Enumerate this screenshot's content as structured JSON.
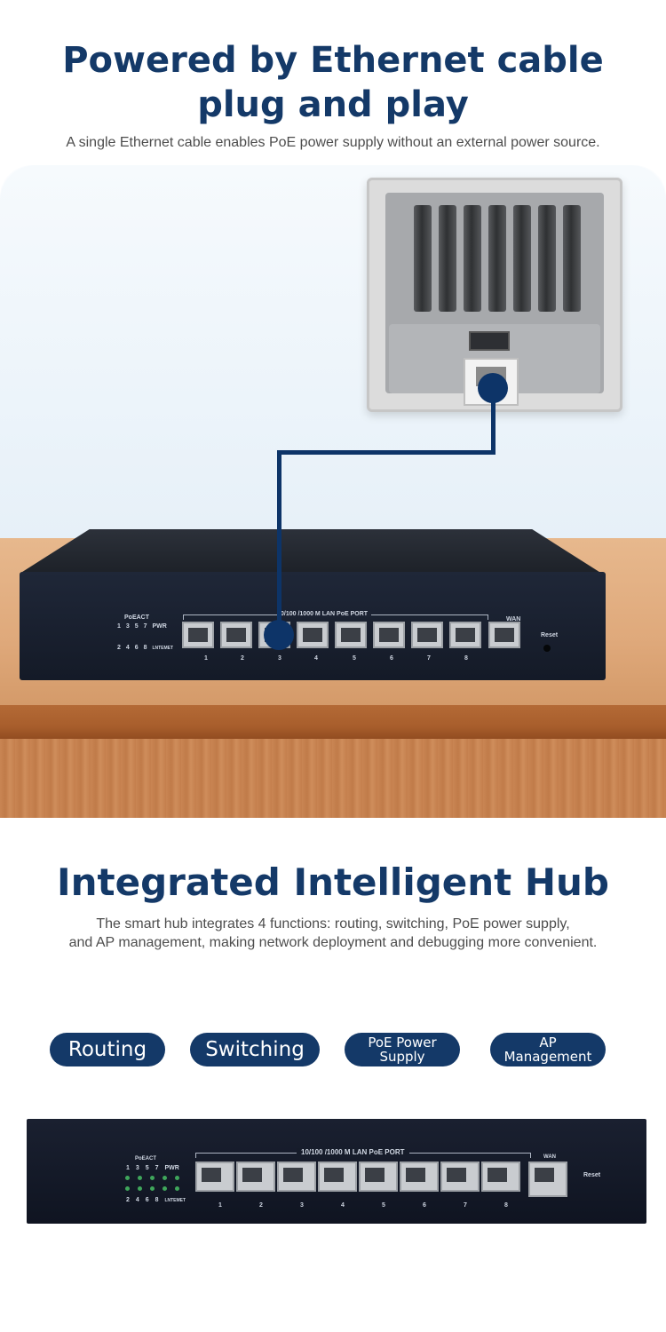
{
  "section1": {
    "title_line1": "Powered by Ethernet cable",
    "title_line2": "plug and play",
    "subtitle": "A single Ethernet cable enables PoE power supply without an external power source."
  },
  "switch_labels": {
    "lan_header": "10/100 /1000 M  LAN  PoE  PORT",
    "lan_header_cropped": "0/100 /1000 M  LAN  PoE  PORT",
    "wan": "WAN",
    "reset": "Reset",
    "poeact": "PoEACT",
    "pwr": "PWR",
    "led_top_numbers": [
      "1",
      "3",
      "5",
      "7"
    ],
    "led_bottom_numbers": [
      "2",
      "4",
      "6",
      "8"
    ],
    "lntemet": "LNTEMET",
    "port_numbers": [
      "1",
      "2",
      "3",
      "4",
      "5",
      "6",
      "7",
      "8"
    ]
  },
  "section2": {
    "title": "Integrated Intelligent Hub",
    "subtitle_line1": "The smart hub integrates 4 functions: routing, switching, PoE power supply,",
    "subtitle_line2": "and AP management, making network deployment and debugging more convenient."
  },
  "functions": [
    {
      "line1": "Routing",
      "line2": ""
    },
    {
      "line1": "Switching",
      "line2": ""
    },
    {
      "line1": "PoE Power",
      "line2": "Supply"
    },
    {
      "line1": "AP",
      "line2": "Management"
    }
  ],
  "colors": {
    "brand_navy": "#143968",
    "cable": "#0d3468",
    "led_green": "#3fa65b"
  }
}
